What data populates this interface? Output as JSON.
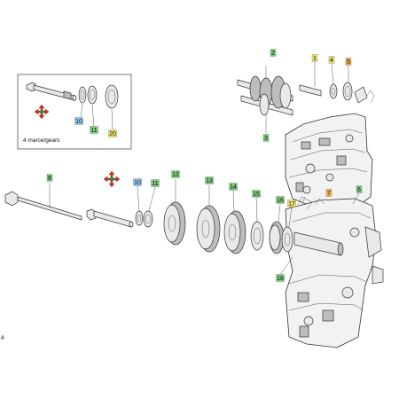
{
  "inset": {
    "caption": "4 marce/gears"
  },
  "callouts": [
    {
      "key": "c1",
      "text": "1",
      "color": "#f2e36b"
    },
    {
      "key": "c2",
      "text": "2",
      "color": "#7fd07f"
    },
    {
      "key": "c3",
      "text": "3",
      "color": "#7fd07f"
    },
    {
      "key": "c4",
      "text": "4",
      "color": "#f2e36b"
    },
    {
      "key": "c5",
      "text": "5",
      "color": "#f2b04a"
    },
    {
      "key": "c6",
      "text": "6",
      "color": "#7fd07f"
    },
    {
      "key": "c7",
      "text": "7",
      "color": "#f2b04a"
    },
    {
      "key": "c8",
      "text": "8",
      "color": "#7fd07f"
    },
    {
      "key": "c10",
      "text": "10",
      "color": "#8fc9ef"
    },
    {
      "key": "c11",
      "text": "11",
      "color": "#7fd07f"
    },
    {
      "key": "c12",
      "text": "12",
      "color": "#7fd07f"
    },
    {
      "key": "c13",
      "text": "13",
      "color": "#7fd07f"
    },
    {
      "key": "c14",
      "text": "14",
      "color": "#7fd07f"
    },
    {
      "key": "c15",
      "text": "15",
      "color": "#7fd07f"
    },
    {
      "key": "c16",
      "text": "16",
      "color": "#7fd07f"
    },
    {
      "key": "c17",
      "text": "17",
      "color": "#f2e36b"
    },
    {
      "key": "c18",
      "text": "18",
      "color": "#7fd07f"
    },
    {
      "key": "i10",
      "text": "10",
      "color": "#8fc9ef"
    },
    {
      "key": "i11",
      "text": "11",
      "color": "#7fd07f"
    },
    {
      "key": "i20",
      "text": "20",
      "color": "#f2e36b"
    }
  ],
  "icons": {
    "marker": "crossed-arrows-icon"
  }
}
